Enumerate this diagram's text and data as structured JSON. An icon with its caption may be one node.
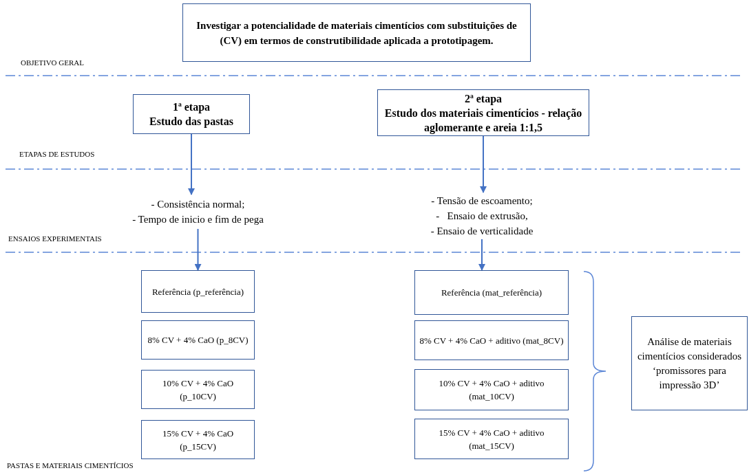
{
  "diagram": {
    "nodes": [
      {
        "text": [
          "Investigar a potencialidade de materiais cimentícios com substituições de (CV) em termos de construtibilidade aplicada a prototipagem."
        ]
      },
      {
        "text": [
          "1ª etapa",
          "Estudo das pastas"
        ]
      },
      {
        "text": [
          "2ª etapa",
          "Estudo dos materiais cimentícios - relação aglomerante e areia 1:1,5"
        ]
      },
      {
        "text": [
          "- Consistência normal;",
          "- Tempo de inicio e fim de pega"
        ]
      },
      {
        "text": [
          "- Tensão de escoamento;",
          "-   Ensaio de extrusão,",
          "- Ensaio de verticalidade"
        ]
      },
      {
        "text": [
          "Referência (p_referência)"
        ]
      },
      {
        "text": [
          "8% CV + 4% CaO (p_8CV)"
        ]
      },
      {
        "text": [
          "10% CV + 4% CaO (p_10CV)"
        ]
      },
      {
        "text": [
          "15% CV + 4% CaO (p_15CV)"
        ]
      },
      {
        "text": [
          "Referência (mat_referência)"
        ]
      },
      {
        "text": [
          "8% CV + 4% CaO + aditivo (mat_8CV)"
        ]
      },
      {
        "text": [
          "10% CV + 4% CaO + aditivo (mat_10CV)"
        ]
      },
      {
        "text": [
          "15% CV + 4% CaO + aditivo (mat_15CV)"
        ]
      },
      {
        "text": [
          "Análise de materiais cimentícios considerados ‘promissores para impressão 3D’"
        ]
      }
    ],
    "edges": [
      {
        "from": 1,
        "to": 3,
        "arrow": "to"
      },
      {
        "from": 3,
        "to": 5,
        "arrow": "to"
      },
      {
        "from": 2,
        "to": 4,
        "arrow": "to"
      },
      {
        "from": 4,
        "to": 9,
        "arrow": "to"
      }
    ],
    "labels": [
      "OBJETIVO GERAL",
      "ETAPAS DE ESTUDOS",
      "ENSAIOS EXPERIMENTAIS",
      "PASTAS E MATERIAIS CIMENTÍCIOS"
    ]
  }
}
